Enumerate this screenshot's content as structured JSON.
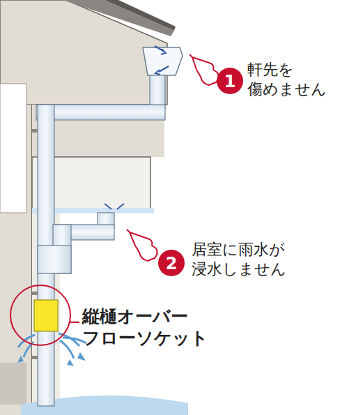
{
  "diagram": {
    "labels": [
      "1",
      "軒先を 傷めません",
      "2",
      "居室に雨水が 浸水しません",
      "縦樋オーバー フローソケット"
    ]
  }
}
